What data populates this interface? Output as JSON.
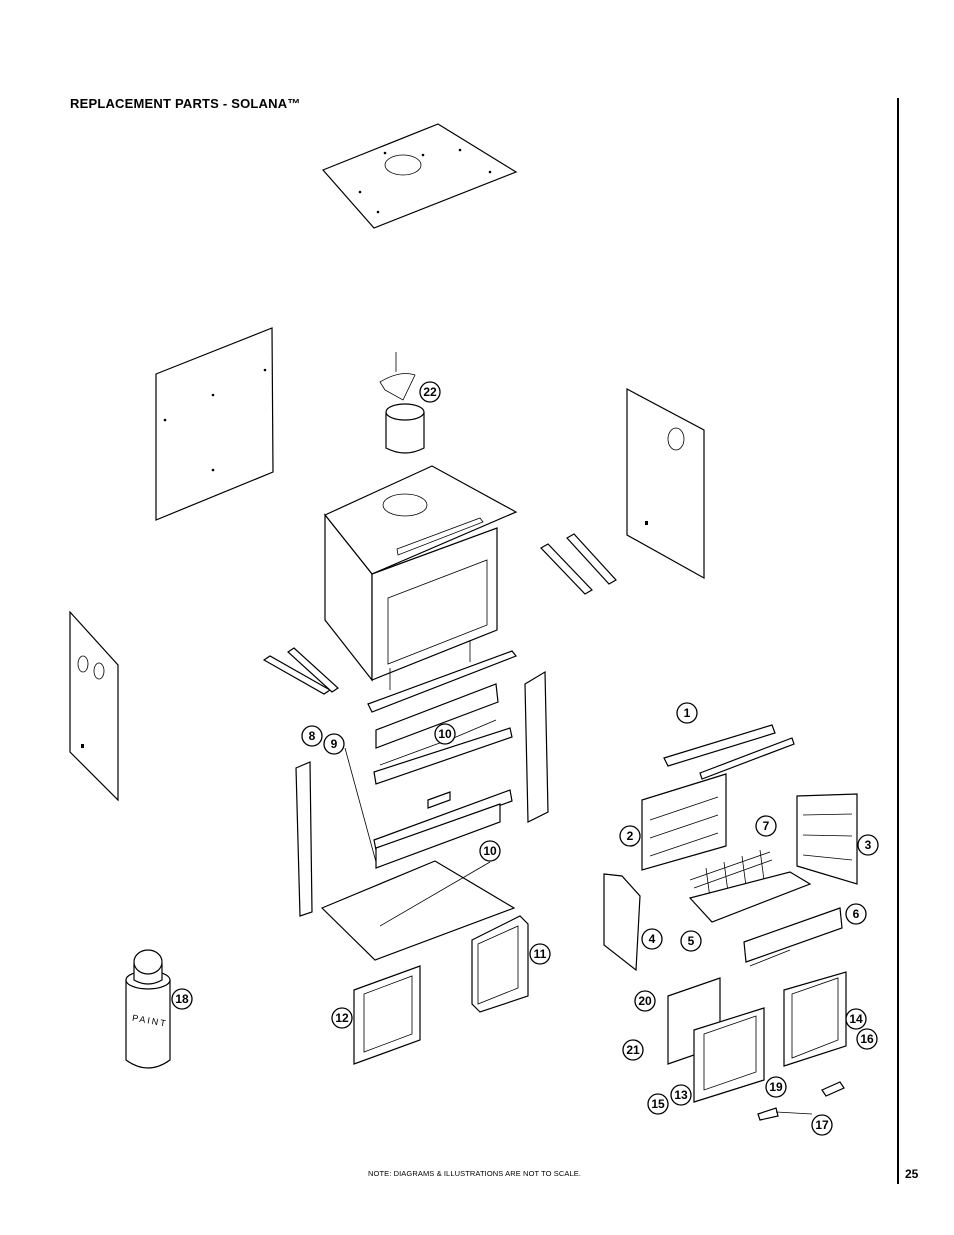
{
  "header": {
    "title": "REPLACEMENT PARTS - SOLANA™"
  },
  "footer": {
    "note": "NOTE: DIAGRAMS & ILLUSTRATIONS ARE NOT TO SCALE.",
    "page_number": "25"
  },
  "paint_can": {
    "label": "PAINT"
  },
  "callouts": [
    "1",
    "2",
    "3",
    "4",
    "5",
    "6",
    "7",
    "8",
    "9",
    "10",
    "10",
    "11",
    "12",
    "13",
    "14",
    "15",
    "16",
    "17",
    "18",
    "19",
    "20",
    "21",
    "22"
  ]
}
